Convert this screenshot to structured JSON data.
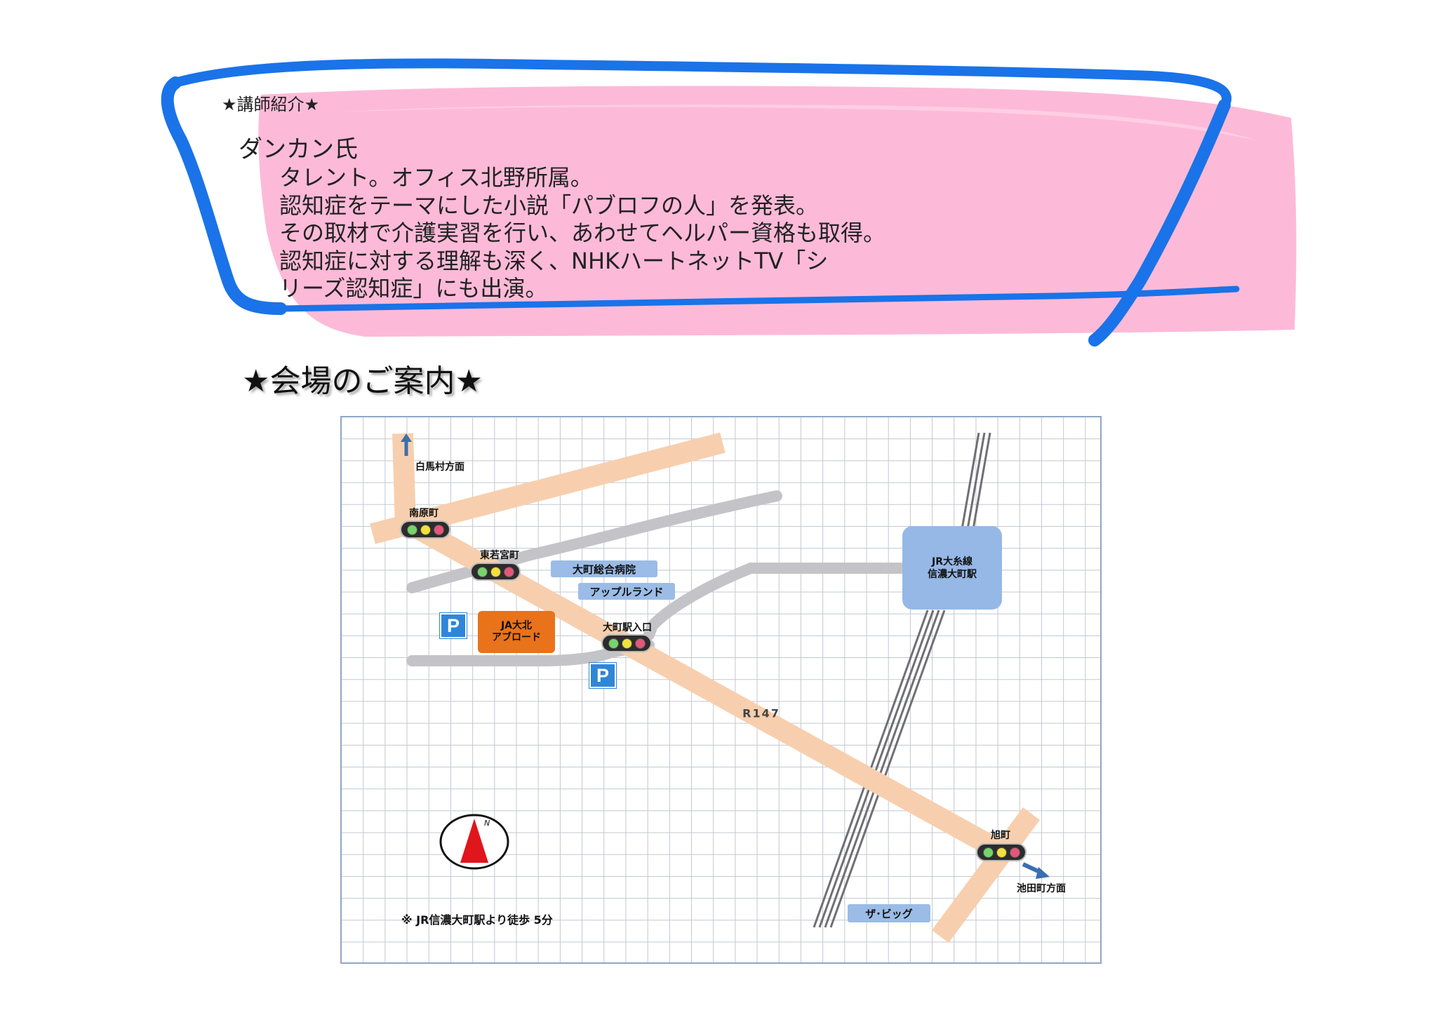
{
  "intro": {
    "heading": "★講師紹介★",
    "speaker": "ダンカン氏",
    "bio_lines": [
      "タレント。オフィス北野所属。",
      "認知症をテーマにした小説「パブロフの人」を発表。",
      "その取材で介護実習を行い、あわせてヘルパー資格も取得。",
      "認知症に対する理解も深く、NHKハートネットTV「シ",
      "リーズ認知症」にも出演。"
    ]
  },
  "venue": {
    "heading": "★会場のご案内★"
  },
  "map": {
    "direction_labels": {
      "hakuba": "白馬村方面",
      "ikeda": "池田町方面"
    },
    "intersections": {
      "minamihara": "南原町",
      "higashiwakamiya": "東若宮町",
      "omachi_eki_iriguchi": "大町駅入口",
      "asahi": "旭町"
    },
    "landmarks": {
      "hospital": "大町総合病院",
      "appleland": "アップルランド",
      "thebig": "ザ･ビッグ"
    },
    "venue_box": {
      "line1": "JA大北",
      "line2": "アブロード"
    },
    "station": {
      "line1": "JR大糸線",
      "line2": "信濃大町駅"
    },
    "route_label": "R147",
    "parking_label": "P",
    "compass_label": "N",
    "note": "※ JR信濃大町駅より徒歩 5分",
    "colors": {
      "main_road": "#f7cfae",
      "side_road": "#c4c4c8",
      "railway": "#6f6f74",
      "venue": "#e8731a",
      "station": "#96b8e6",
      "landmark": "#9bbce6",
      "parking": "#2f86d8",
      "arrow": "#3a6fb0",
      "compass_needle": "#e0161c"
    }
  },
  "colors": {
    "frame_blue": "#1a73e8",
    "frame_pink": "#fdbad8"
  }
}
